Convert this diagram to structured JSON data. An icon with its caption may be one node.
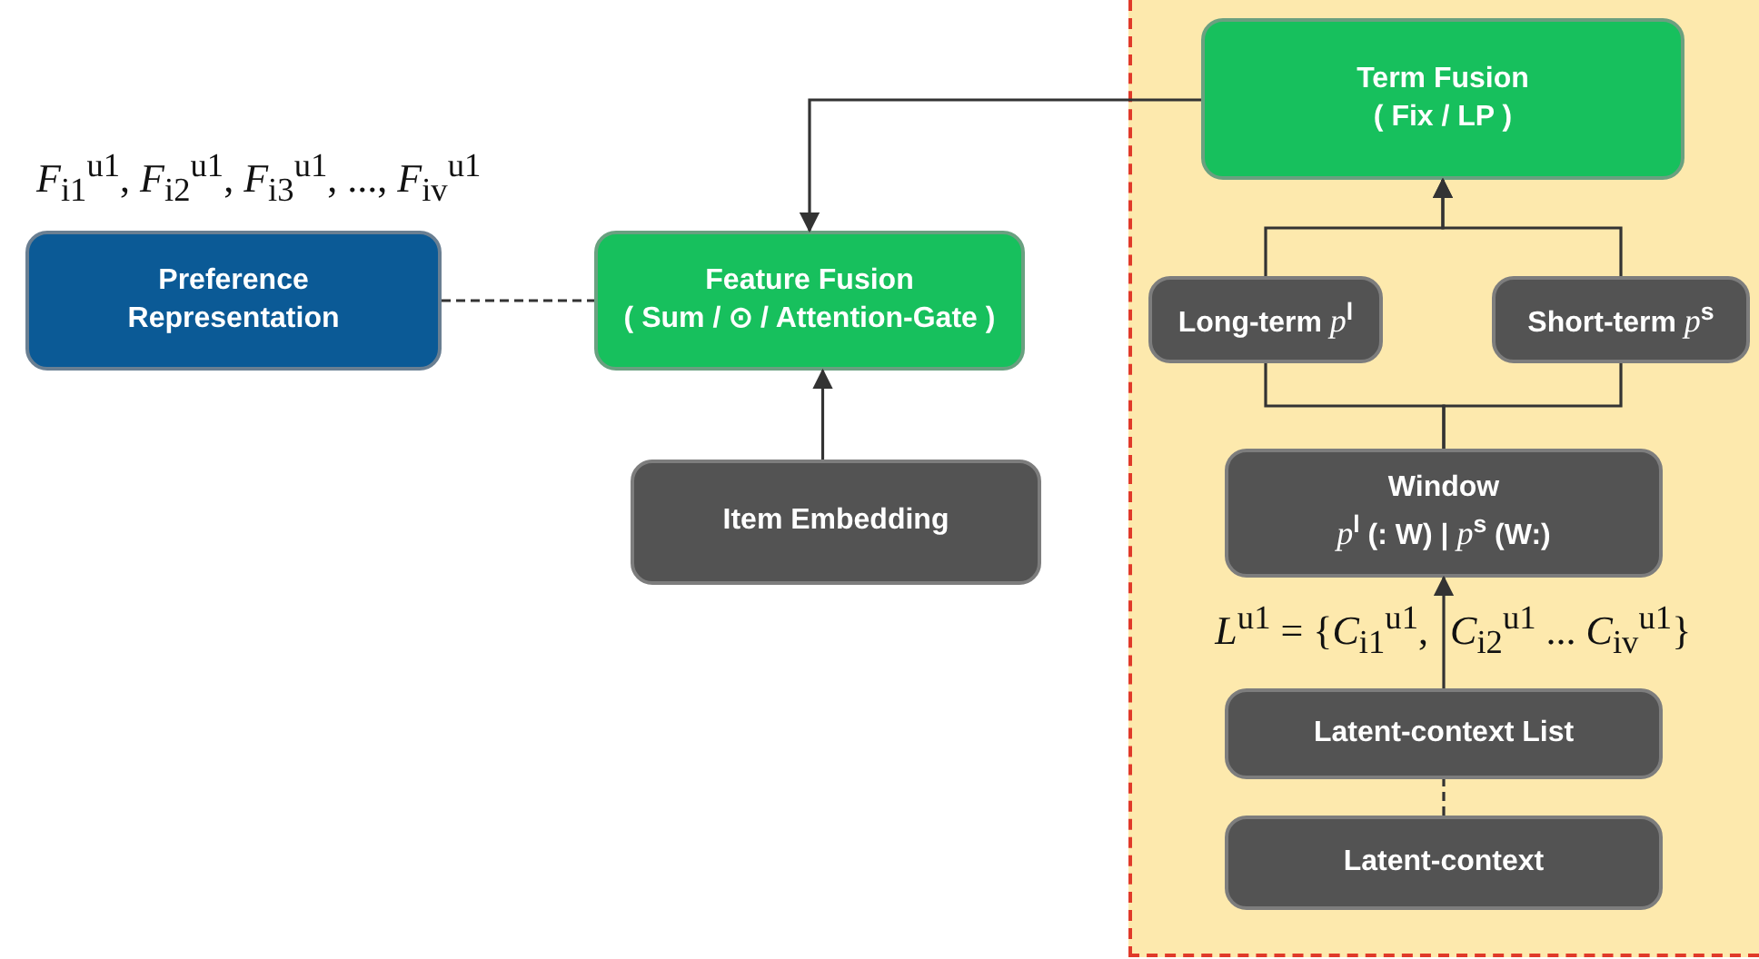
{
  "diagram": {
    "nodes": [
      {
        "text": [
          "Preference Representation"
        ],
        "beside": [
          "*F*$_{i1}$$^{u1}$, *F*$_{i2}$$^{u1}$, *F*$_{i3}$$^{u1}$, ..., *F*$_{iv}$$^{u1}$"
        ]
      },
      {
        "text": [
          "Feature Fusion",
          "( Sum / ⊙ / Attention-Gate )"
        ]
      },
      {
        "text": [
          "Item Embedding"
        ]
      },
      {
        "text": [],
        "shape": "box"
      },
      {
        "text": [
          "Term Fusion",
          "( Fix / LP )"
        ],
        "in": 3
      },
      {
        "text": [
          "Long-term *p*$^{l}$"
        ],
        "in": 3
      },
      {
        "text": [
          "Short-term *p*$^{s}$"
        ],
        "in": 3
      },
      {
        "text": [
          "Window",
          "*p*$^{l}$ (: W) | *p*$^{s}$ (W:)"
        ],
        "in": 3
      },
      {
        "text": [
          "Latent-context List"
        ],
        "in": 3
      },
      {
        "text": [
          "Latent-context"
        ],
        "in": 3
      }
    ],
    "edges": [
      {
        "from": 0,
        "to": 1,
        "arrow": "none",
        "style": "dashed"
      },
      {
        "from": 2,
        "to": 1,
        "arrow": "to"
      },
      {
        "from": 4,
        "to": 1,
        "arrow": "to"
      },
      {
        "from": 5,
        "to": 4,
        "arrow": "to"
      },
      {
        "from": 6,
        "to": 4,
        "arrow": "to"
      },
      {
        "from": 7,
        "to": 5,
        "arrow": "none"
      },
      {
        "from": 7,
        "to": 6,
        "arrow": "none"
      },
      {
        "from": 8,
        "to": 7,
        "arrow": "to"
      },
      {
        "from": 9,
        "to": 8,
        "arrow": "none",
        "style": "dashed"
      }
    ],
    "labels": [
      "*L*$^{u1}$ = {*C*$_{i1}$$^{u1}$,",
      "*C*$_{i2}$$^{u1}$ ... *C*$_{iv}$$^{u1}$}"
    ]
  }
}
